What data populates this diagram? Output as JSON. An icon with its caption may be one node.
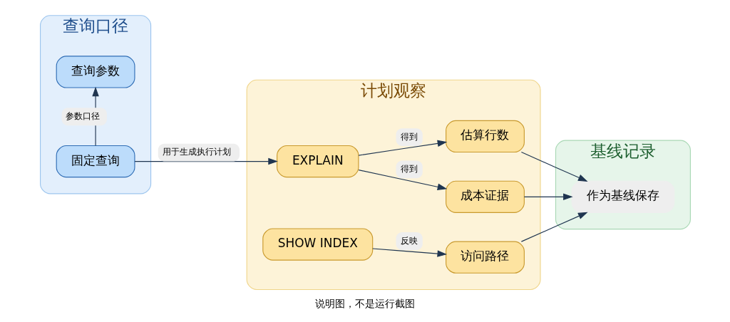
{
  "diagram": {
    "caption": "说明图，不是运行截图",
    "nodes": [
      {
        "text": [
          "查询口径"
        ]
      },
      {
        "text": [
          "固定查询"
        ],
        "in": 0
      },
      {
        "text": [
          "查询参数"
        ],
        "in": 0
      },
      {
        "text": [
          "计划观察"
        ]
      },
      {
        "text": [
          "EXPLAIN"
        ],
        "in": 3
      },
      {
        "text": [
          "估算行数"
        ],
        "in": 3
      },
      {
        "text": [
          "成本证据"
        ],
        "in": 3
      },
      {
        "text": [
          "SHOW INDEX"
        ],
        "in": 3
      },
      {
        "text": [
          "访问路径"
        ],
        "in": 3
      },
      {
        "text": [
          "基线记录"
        ]
      },
      {
        "text": [
          "作为基线保存"
        ],
        "in": 9
      }
    ],
    "edges": [
      {
        "from": 1,
        "to": 2,
        "arrow": "to",
        "label": "参数口径"
      },
      {
        "from": 1,
        "to": 4,
        "arrow": "to",
        "label": "用于生成执行计划"
      },
      {
        "from": 4,
        "to": 5,
        "arrow": "to",
        "label": "得到"
      },
      {
        "from": 4,
        "to": 6,
        "arrow": "to",
        "label": "得到"
      },
      {
        "from": 7,
        "to": 8,
        "arrow": "to",
        "label": "反映"
      },
      {
        "from": 5,
        "to": 10,
        "arrow": "to"
      },
      {
        "from": 6,
        "to": 10,
        "arrow": "to"
      },
      {
        "from": 8,
        "to": 10,
        "arrow": "to"
      }
    ]
  }
}
